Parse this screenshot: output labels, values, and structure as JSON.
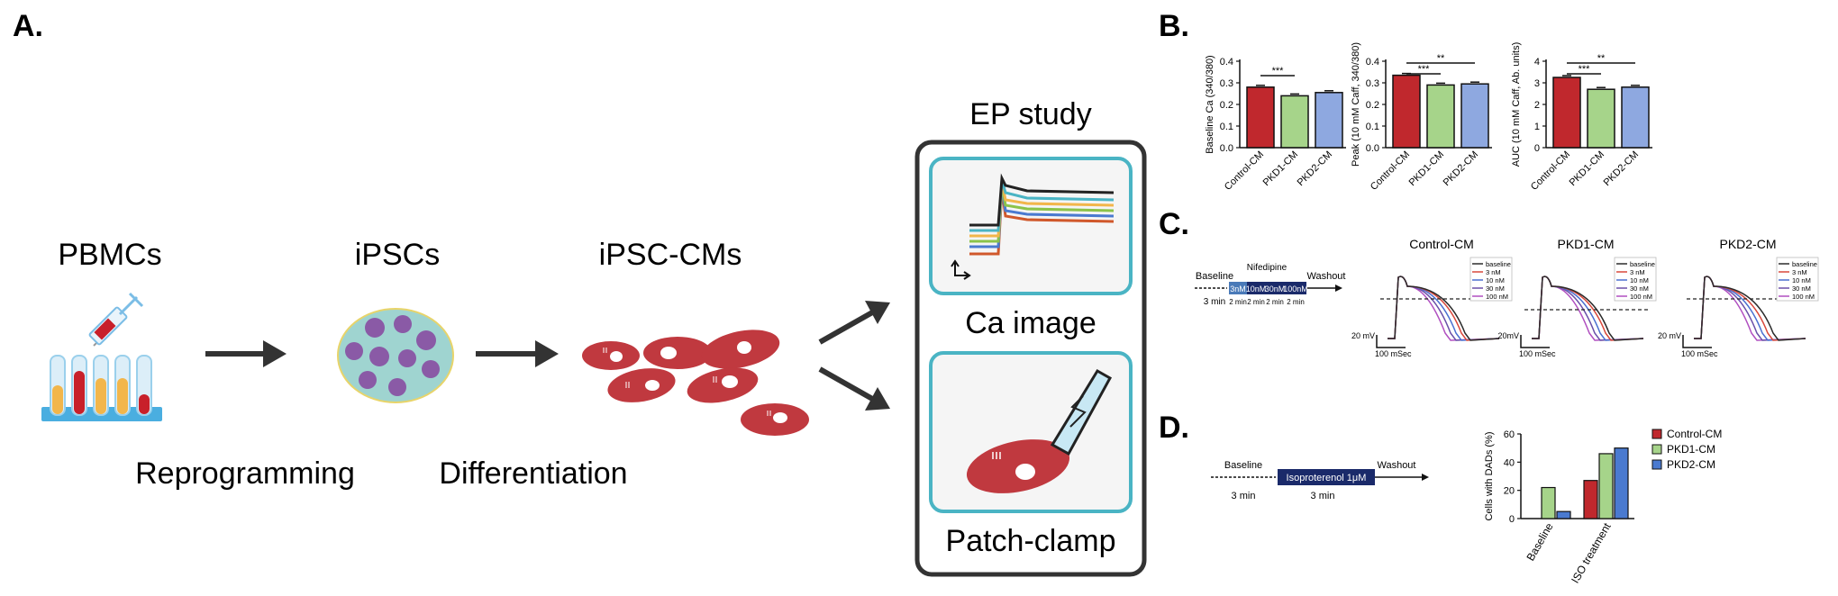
{
  "panel_a": {
    "label": "A.",
    "stages": [
      "PBMCs",
      "iPSCs",
      "iPSC-CMs"
    ],
    "steps": [
      "Reprogramming",
      "Differentiation"
    ],
    "ep_title": "EP study",
    "methods": [
      "Ca image",
      "Patch-clamp"
    ]
  },
  "panel_b": {
    "label": "B.",
    "chart_data": [
      {
        "type": "bar",
        "ylabel": "Baseline Ca (340/380)",
        "ylim": [
          0,
          0.4
        ],
        "yticks": [
          "0.0",
          "0.1",
          "0.2",
          "0.3",
          "0.4"
        ],
        "categories": [
          "Control-CM",
          "PKD1-CM",
          "PKD2-CM"
        ],
        "values": [
          0.28,
          0.24,
          0.255
        ],
        "colors": [
          "#c0282d",
          "#a6d48a",
          "#8ea8e0"
        ],
        "significance": [
          "***"
        ]
      },
      {
        "type": "bar",
        "ylabel": "Peak (10 mM Caff, 340/380)",
        "ylim": [
          0,
          0.4
        ],
        "yticks": [
          "0.0",
          "0.1",
          "0.2",
          "0.3",
          "0.4"
        ],
        "categories": [
          "Control-CM",
          "PKD1-CM",
          "PKD2-CM"
        ],
        "values": [
          0.335,
          0.29,
          0.295
        ],
        "colors": [
          "#c0282d",
          "#a6d48a",
          "#8ea8e0"
        ],
        "significance": [
          "***",
          "**"
        ]
      },
      {
        "type": "bar",
        "ylabel": "AUC (10 mM Caff, Ab. units)",
        "ylim": [
          0,
          4
        ],
        "yticks": [
          "0",
          "1",
          "2",
          "3",
          "4"
        ],
        "categories": [
          "Control-CM",
          "PKD1-CM",
          "PKD2-CM"
        ],
        "values": [
          3.25,
          2.7,
          2.8
        ],
        "colors": [
          "#c0282d",
          "#a6d48a",
          "#8ea8e0"
        ],
        "significance": [
          "***",
          "**"
        ]
      }
    ]
  },
  "panel_c": {
    "label": "C.",
    "protocol": {
      "baseline": "Baseline",
      "drug": "Nifedipine",
      "washout": "Washout",
      "doses": [
        "3nM",
        "10nM",
        "30nM",
        "100nM"
      ],
      "baseline_time": "3 min",
      "dose_times": [
        "2 min",
        "2 min",
        "2 min",
        "2 min"
      ]
    },
    "traces": [
      {
        "title": "Control-CM",
        "ybar": "20 mV",
        "xbar": "100 mSec"
      },
      {
        "title": "PKD1-CM",
        "ybar": "20mV",
        "xbar": "100 mSec"
      },
      {
        "title": "PKD2-CM",
        "ybar": "20 mV",
        "xbar": "100 mSec"
      }
    ],
    "legend": [
      "baseline",
      "3 nM",
      "10 nM",
      "30 nM",
      "100 nM"
    ],
    "legend_colors": [
      "#2a2a2a",
      "#d9483b",
      "#4a6fd0",
      "#6a4fa8",
      "#b04fc0"
    ]
  },
  "panel_d": {
    "label": "D.",
    "protocol": {
      "baseline": "Baseline",
      "drug": "Isoproterenol 1μM",
      "washout": "Washout",
      "baseline_time": "3 min",
      "drug_time": "3 min"
    },
    "chart_data": {
      "type": "bar",
      "ylabel": "Cells with DADs (%)",
      "ylim": [
        0,
        60
      ],
      "yticks": [
        "0",
        "20",
        "40",
        "60"
      ],
      "categories": [
        "Baseline",
        "ISO treatment"
      ],
      "series": [
        {
          "name": "Control-CM",
          "color": "#c0282d",
          "values": [
            0,
            27
          ]
        },
        {
          "name": "PKD1-CM",
          "color": "#a6d48a",
          "values": [
            22,
            46
          ]
        },
        {
          "name": "PKD2-CM",
          "color": "#4a7ad0",
          "values": [
            5,
            50
          ]
        }
      ]
    }
  }
}
